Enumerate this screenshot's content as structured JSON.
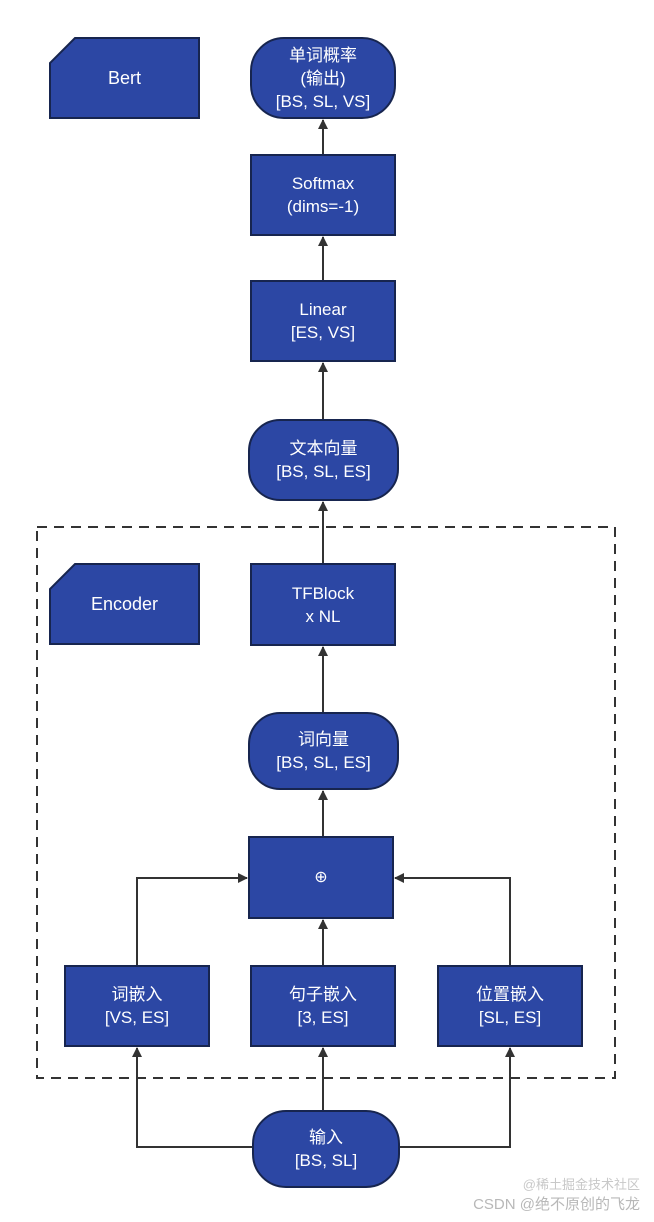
{
  "tags": {
    "bert": "Bert",
    "encoder": "Encoder"
  },
  "nodes": {
    "output": [
      "单词概率",
      "(输出)",
      "[BS, SL, VS]"
    ],
    "softmax": [
      "Softmax",
      "(dims=-1)"
    ],
    "linear": [
      "Linear",
      "[ES, VS]"
    ],
    "text_vec": [
      "文本向量",
      "[BS, SL, ES]"
    ],
    "tfblock": [
      "TFBlock",
      "x NL"
    ],
    "word_vec": [
      "词向量",
      "[BS, SL, ES]"
    ],
    "add": [
      "⊕"
    ],
    "word_emb": [
      "词嵌入",
      "[VS, ES]"
    ],
    "sent_emb": [
      "句子嵌入",
      "[3, ES]"
    ],
    "pos_emb": [
      "位置嵌入",
      "[SL, ES]"
    ],
    "input": [
      "输入",
      "[BS, SL]"
    ]
  },
  "watermark": {
    "line1": "@稀土掘金技术社区",
    "line2": "CSDN @绝不原创的飞龙"
  },
  "colors": {
    "node_fill": "#2c47a4",
    "node_border": "#17254f",
    "edge": "#333333"
  }
}
